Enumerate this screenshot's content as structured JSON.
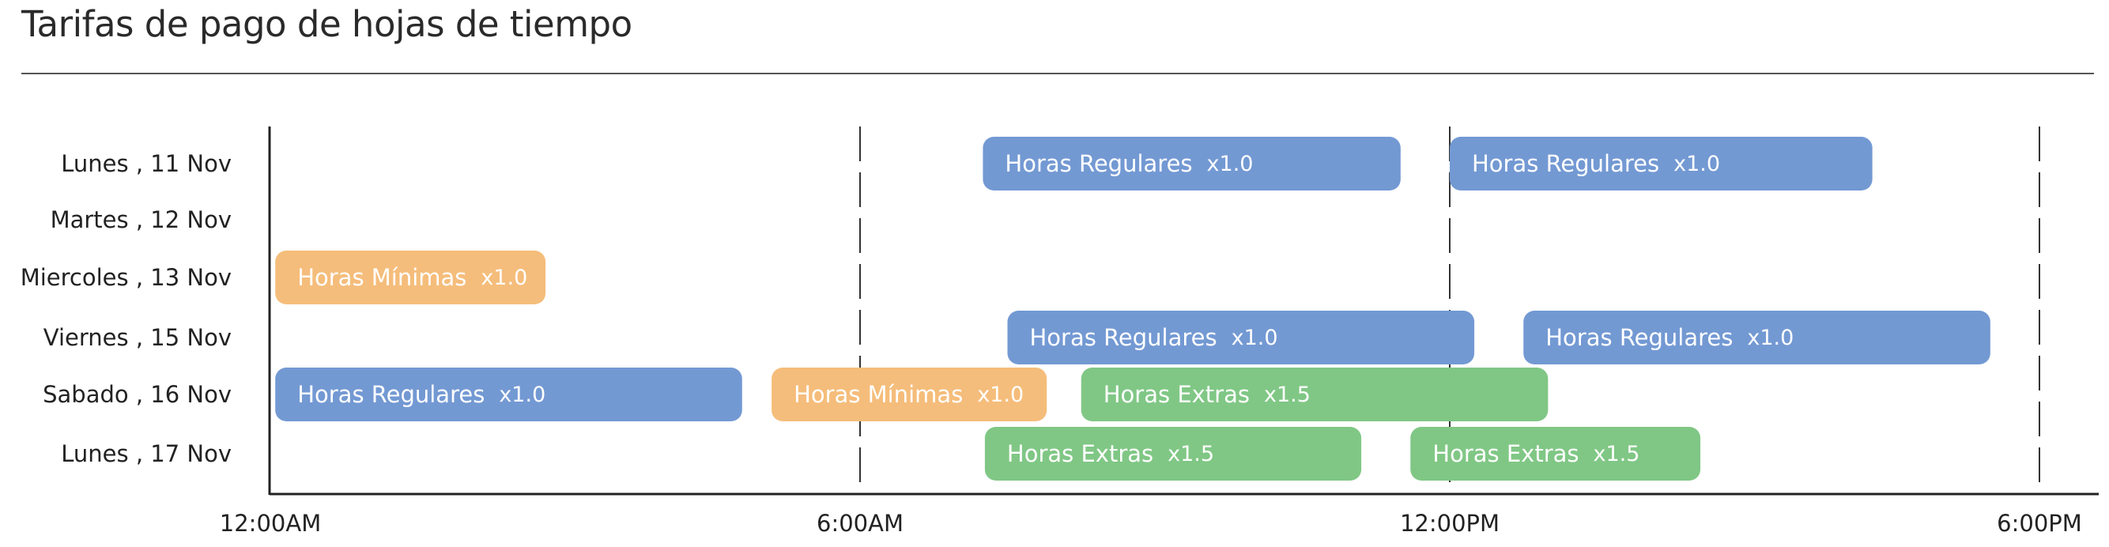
{
  "title": "Tarifas de pago de hojas de tiempo",
  "chart_data": {
    "type": "timeline",
    "title": "Tarifas de pago de hojas de tiempo",
    "x_axis": {
      "unit": "hour",
      "range": [
        0,
        18
      ],
      "ticks": [
        {
          "hour": 0,
          "label": "12:00AM"
        },
        {
          "hour": 6,
          "label": "6:00AM"
        },
        {
          "hour": 12,
          "label": "12:00PM"
        },
        {
          "hour": 18,
          "label": "6:00PM"
        }
      ],
      "dashed_gridlines_at": [
        6,
        12,
        18
      ]
    },
    "categories": [
      "Lunes , 11 Nov",
      "Martes , 12 Nov",
      "Miercoles , 13 Nov",
      "Viernes , 15 Nov",
      "Sabado , 16 Nov",
      "Lunes , 17 Nov"
    ],
    "colors": {
      "Horas Regulares": "#7399d3",
      "Horas Mínimas": "#f5bd7b",
      "Horas Extras": "#80c785"
    },
    "segments": [
      {
        "row": 0,
        "start": 7.25,
        "end": 11.5,
        "label": "Horas Regulares",
        "rate": "x1.0"
      },
      {
        "row": 0,
        "start": 12.0,
        "end": 16.3,
        "label": "Horas Regulares",
        "rate": "x1.0"
      },
      {
        "row": 2,
        "start": 0.05,
        "end": 2.8,
        "label": "Horas Mínimas",
        "rate": "x1.0"
      },
      {
        "row": 3,
        "start": 7.5,
        "end": 12.25,
        "label": "Horas Regulares",
        "rate": "x1.0"
      },
      {
        "row": 3,
        "start": 12.75,
        "end": 17.5,
        "label": "Horas Regulares",
        "rate": "x1.0"
      },
      {
        "row": 4,
        "start": 0.05,
        "end": 4.8,
        "label": "Horas Regulares",
        "rate": "x1.0"
      },
      {
        "row": 4,
        "start": 5.1,
        "end": 7.9,
        "label": "Horas Mínimas",
        "rate": "x1.0"
      },
      {
        "row": 4,
        "start": 8.25,
        "end": 13.0,
        "label": "Horas Extras",
        "rate": "x1.5"
      },
      {
        "row": 5,
        "start": 7.27,
        "end": 11.1,
        "label": "Horas Extras",
        "rate": "x1.5"
      },
      {
        "row": 5,
        "start": 11.6,
        "end": 14.55,
        "label": "Horas Extras",
        "rate": "x1.5"
      }
    ]
  }
}
